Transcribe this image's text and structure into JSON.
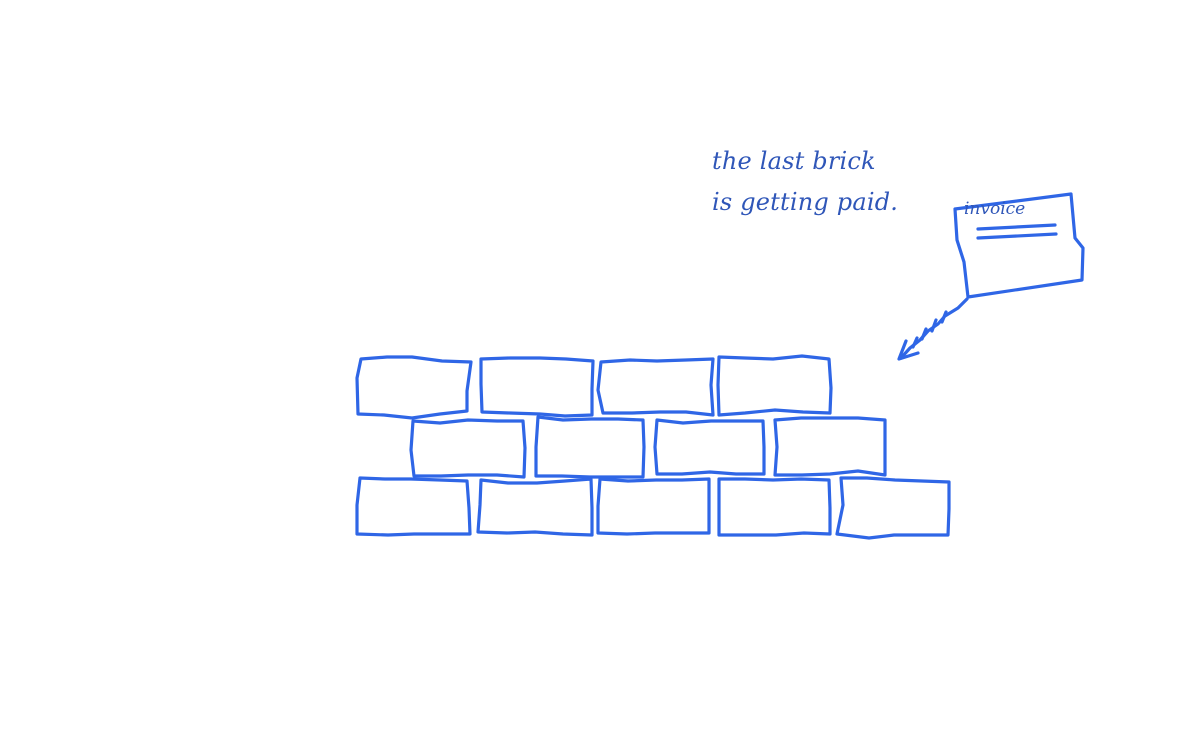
{
  "caption": {
    "line1": "the last brick",
    "line2": "is getting paid."
  },
  "invoice": {
    "label": "invoice"
  },
  "colors": {
    "ink": "#2f66e6",
    "text": "#2f56b8",
    "background": "#ffffff"
  },
  "wall": {
    "rows": [
      {
        "bricks": 4
      },
      {
        "bricks": 4
      },
      {
        "bricks": 5
      }
    ]
  },
  "icons": [
    "arrow-icon"
  ]
}
